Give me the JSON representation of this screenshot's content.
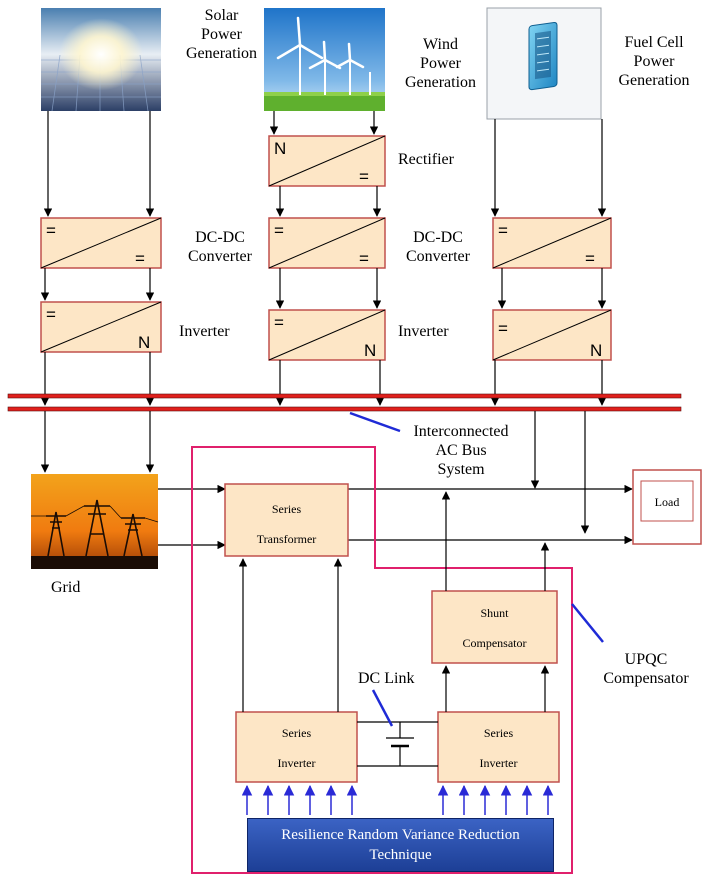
{
  "sources": {
    "solar": "Solar Power Generation",
    "wind": "Wind Power Generation",
    "fuel": "Fuel Cell Power Generation"
  },
  "labels": {
    "solar_l1": "Solar",
    "solar_l2": "Power",
    "solar_l3": "Generation",
    "wind_l1": "Wind",
    "wind_l2": "Power",
    "wind_l3": "Generation",
    "fuel_l1": "Fuel Cell",
    "fuel_l2": "Power",
    "fuel_l3": "Generation",
    "rectifier": "Rectifier",
    "dcdc1_l1": "DC-DC",
    "dcdc1_l2": "Converter",
    "dcdc2_l1": "DC-DC",
    "dcdc2_l2": "Converter",
    "inverter1": "Inverter",
    "inverter2": "Inverter",
    "acbus_l1": "Interconnected",
    "acbus_l2": "AC Bus",
    "acbus_l3": "System",
    "grid": "Grid",
    "load": "Load",
    "dclink": "DC Link",
    "upqc_l1": "UPQC",
    "upqc_l2": "Compensator"
  },
  "blocks": {
    "series_transformer_l1": "Series",
    "series_transformer_l2": "Transformer",
    "shunt_comp_l1": "Shunt",
    "shunt_comp_l2": "Compensator",
    "series_inv1_l1": "Series",
    "series_inv1_l2": "Inverter",
    "series_inv2_l1": "Series",
    "series_inv2_l2": "Inverter"
  },
  "technique": {
    "l1": "Resilience Random Variance Reduction",
    "l2": "Technique"
  },
  "symbols": {
    "dc": "=",
    "ac": "N"
  },
  "colors": {
    "block_fill": "#fde6c6",
    "block_border": "#c0504d",
    "bus_red": "#e0201c",
    "upqc_border": "#e0206c",
    "annotation_line": "#1f2bd6",
    "arrow_blue": "#2a2ad6",
    "technique_fill": "#2e55b8"
  }
}
